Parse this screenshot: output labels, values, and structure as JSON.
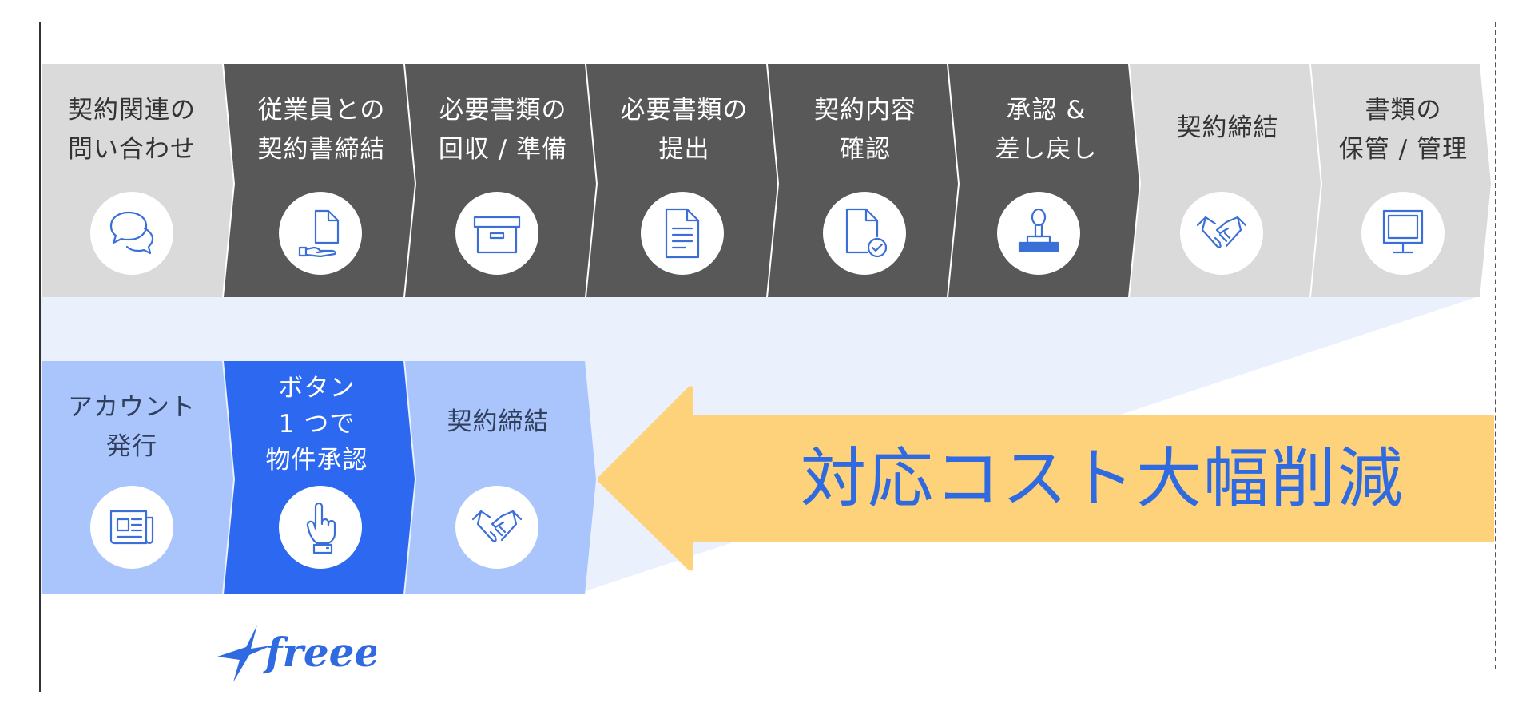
{
  "flow_before": {
    "steps": [
      {
        "lines": [
          "契約関連の",
          "問い合わせ"
        ],
        "icon": "speech-bubbles-icon"
      },
      {
        "lines": [
          "従業員との",
          "契約書締結"
        ],
        "icon": "document-handover-icon"
      },
      {
        "lines": [
          "必要書類の",
          "回収 / 準備"
        ],
        "icon": "storage-box-icon"
      },
      {
        "lines": [
          "必要書類の",
          "提出"
        ],
        "icon": "document-icon"
      },
      {
        "lines": [
          "契約内容",
          "確認"
        ],
        "icon": "document-check-icon"
      },
      {
        "lines": [
          "承認 &",
          "差し戻し"
        ],
        "icon": "stamp-icon"
      },
      {
        "lines": [
          "契約締結"
        ],
        "icon": "handshake-icon"
      },
      {
        "lines": [
          "書類の",
          "保管 / 管理"
        ],
        "icon": "monitor-icon"
      }
    ]
  },
  "flow_after": {
    "steps": [
      {
        "lines": [
          "アカウント",
          "発行"
        ],
        "icon": "newspaper-icon"
      },
      {
        "lines": [
          "ボタン",
          "1 つで",
          "物件承認"
        ],
        "icon": "pointing-hand-icon"
      },
      {
        "lines": [
          "契約締結"
        ],
        "icon": "handshake-icon"
      }
    ]
  },
  "tagline": "対応コスト大幅削減",
  "logo": {
    "text": "freee"
  },
  "colors": {
    "step_light": "#dadada",
    "step_dark": "#585858",
    "step_after": "#a9c5fb",
    "step_highlight": "#2d68f0",
    "arrow": "#fdd27a",
    "tagline": "#2f6ae0",
    "band": "#eaf1fd",
    "icon_stroke": "#3b6fd8"
  }
}
